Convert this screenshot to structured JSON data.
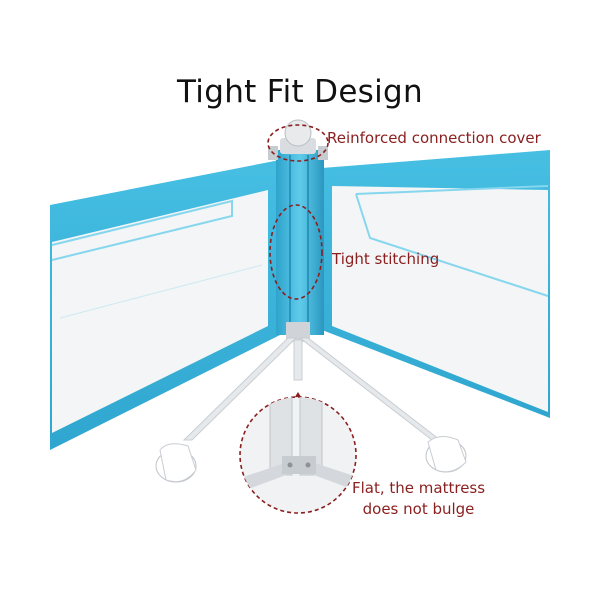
{
  "title": "Tight Fit Design",
  "callouts": {
    "connection_cover": "Reinforced connection cover",
    "stitching": "Tight stitching",
    "flat_line1": "Flat, the mattress",
    "flat_line2": "does not bulge"
  },
  "colors": {
    "rail_blue": "#3fb6dc",
    "rail_blue_dark": "#2a9cc4",
    "mesh": "#f4f6f7",
    "callout_red": "#8a1f1f",
    "frame_gray": "#c9cdd2"
  }
}
